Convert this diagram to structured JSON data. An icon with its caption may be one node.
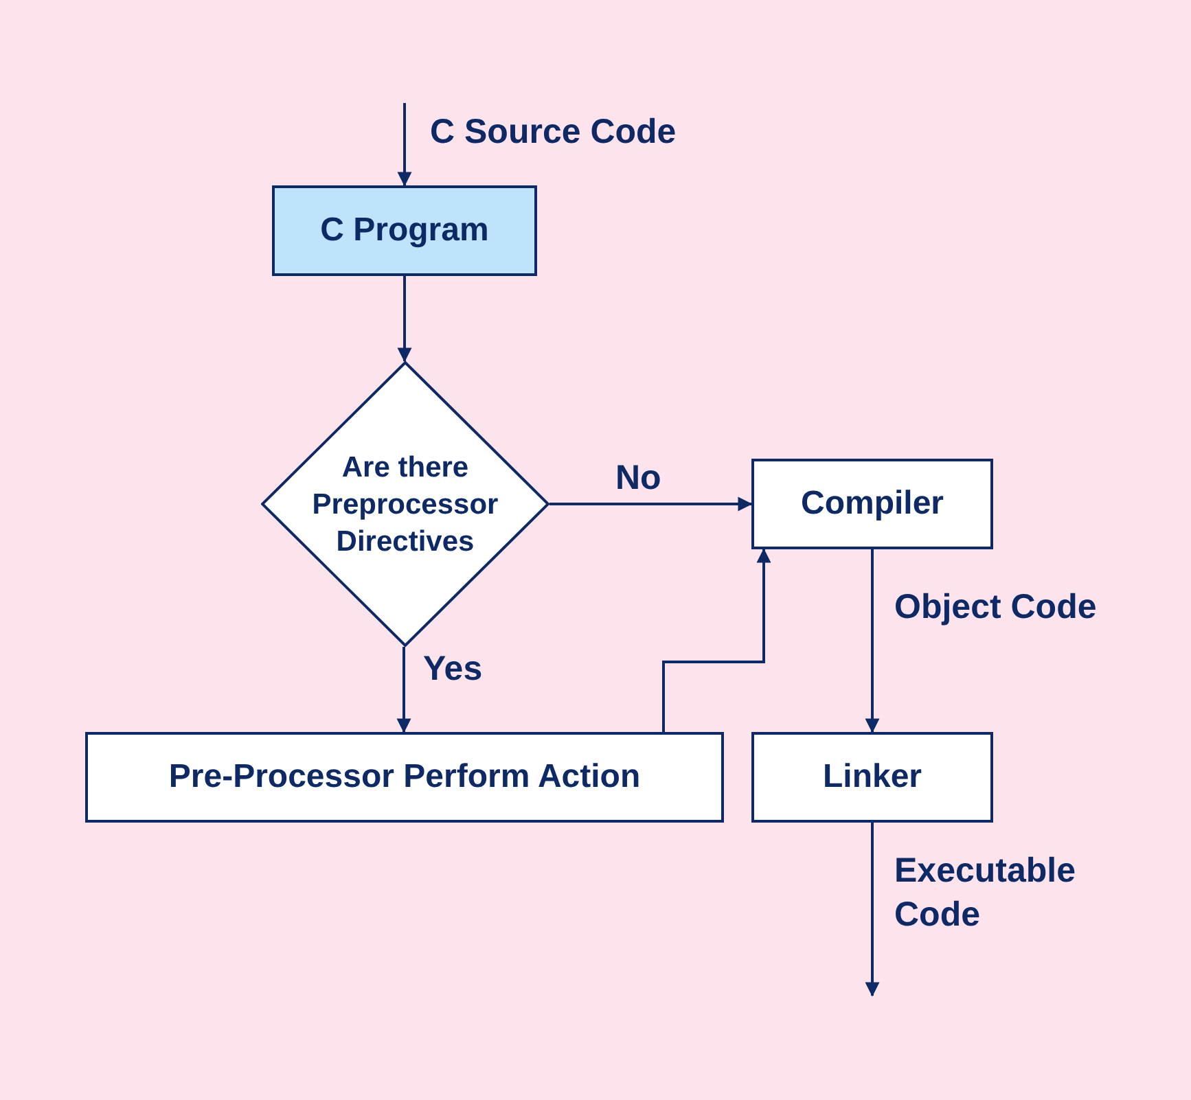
{
  "diagram": {
    "nodes": [
      {
        "text": [
          "C Program"
        ]
      },
      {
        "text": [
          "Are there Preprocessor Directives"
        ]
      },
      {
        "text": [
          "Compiler"
        ]
      },
      {
        "text": [
          "Pre-Processor Perform Action"
        ]
      },
      {
        "text": [
          "Linker"
        ]
      }
    ],
    "edges": [
      {
        "from": null,
        "to": 0,
        "arrow": "to",
        "label": "C Source Code"
      },
      {
        "from": 0,
        "to": 1,
        "arrow": "to"
      },
      {
        "from": 1,
        "to": 2,
        "arrow": "to",
        "label": "No"
      },
      {
        "from": 1,
        "to": 3,
        "arrow": "to",
        "label": "Yes"
      },
      {
        "from": 3,
        "to": 2,
        "arrow": "to"
      },
      {
        "from": 2,
        "to": 4,
        "arrow": "to",
        "label": "Object Code"
      },
      {
        "from": 4,
        "to": null,
        "arrow": "to",
        "label": "Executable Code"
      }
    ]
  }
}
